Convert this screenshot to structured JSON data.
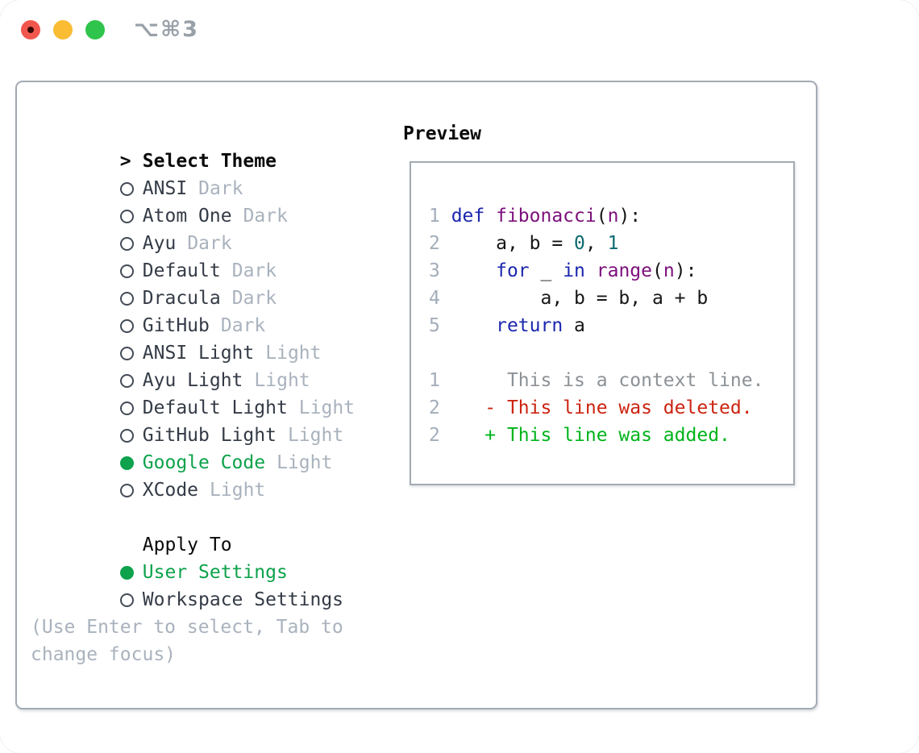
{
  "window": {
    "shortcut_label": "⌥⌘3"
  },
  "colors": {
    "selected_green": "#0da24b",
    "keyword_blue": "#1b27ae",
    "function_purple": "#7c0f7c",
    "literal_teal": "#0a6a6e",
    "line_number_gray": "#a3adba",
    "muted_gray": "#a9b2bd",
    "context_gray": "#8c9196",
    "deleted_red": "#cc2410",
    "added_green": "#00b41c",
    "panel_border": "#a3aab3",
    "traffic_red": "#f2574e",
    "traffic_yellow": "#f9bc33",
    "traffic_green": "#2fc44b"
  },
  "theme_panel": {
    "prompt": ">",
    "title": "Select Theme",
    "items": [
      {
        "name": "ANSI",
        "variant": "Dark",
        "selected": false
      },
      {
        "name": "Atom One",
        "variant": "Dark",
        "selected": false
      },
      {
        "name": "Ayu",
        "variant": "Dark",
        "selected": false
      },
      {
        "name": "Default",
        "variant": "Dark",
        "selected": false
      },
      {
        "name": "Dracula",
        "variant": "Dark",
        "selected": false
      },
      {
        "name": "GitHub",
        "variant": "Dark",
        "selected": false
      },
      {
        "name": "ANSI Light",
        "variant": "Light",
        "selected": false
      },
      {
        "name": "Ayu Light",
        "variant": "Light",
        "selected": false
      },
      {
        "name": "Default Light",
        "variant": "Light",
        "selected": false
      },
      {
        "name": "GitHub Light",
        "variant": "Light",
        "selected": false
      },
      {
        "name": "Google Code",
        "variant": "Light",
        "selected": true
      },
      {
        "name": "XCode",
        "variant": "Light",
        "selected": false
      }
    ],
    "apply_to": {
      "title": "Apply To",
      "options": [
        {
          "label": "User Settings",
          "selected": true
        },
        {
          "label": "Workspace Settings",
          "selected": false
        }
      ]
    },
    "help": {
      "lines": [
        "(Use Enter to select, Tab to",
        "change focus)"
      ]
    }
  },
  "preview": {
    "title": "Preview",
    "lines": [
      [
        {
          "t": "1 ",
          "type": "line-number"
        },
        {
          "t": "def ",
          "type": "keyword"
        },
        {
          "t": "fibonacci",
          "type": "function"
        },
        {
          "t": "(",
          "type": "plain"
        },
        {
          "t": "n",
          "type": "function"
        },
        {
          "t": "):",
          "type": "plain"
        }
      ],
      [
        {
          "t": "2 ",
          "type": "line-number"
        },
        {
          "t": "    a, b = ",
          "type": "plain"
        },
        {
          "t": "0",
          "type": "literal"
        },
        {
          "t": ", ",
          "type": "plain"
        },
        {
          "t": "1",
          "type": "literal"
        }
      ],
      [
        {
          "t": "3 ",
          "type": "line-number"
        },
        {
          "t": "    ",
          "type": "plain"
        },
        {
          "t": "for",
          "type": "keyword"
        },
        {
          "t": " _ ",
          "type": "plain"
        },
        {
          "t": "in",
          "type": "keyword"
        },
        {
          "t": " ",
          "type": "plain"
        },
        {
          "t": "range",
          "type": "function"
        },
        {
          "t": "(",
          "type": "plain"
        },
        {
          "t": "n",
          "type": "function"
        },
        {
          "t": "):",
          "type": "plain"
        }
      ],
      [
        {
          "t": "4 ",
          "type": "line-number"
        },
        {
          "t": "        a, b = b, a + b",
          "type": "plain"
        }
      ],
      [
        {
          "t": "5 ",
          "type": "line-number"
        },
        {
          "t": "    ",
          "type": "plain"
        },
        {
          "t": "return",
          "type": "keyword"
        },
        {
          "t": " a",
          "type": "plain"
        }
      ],
      [],
      [
        {
          "t": "1 ",
          "type": "line-number"
        },
        {
          "t": "     This is a context line.",
          "type": "context"
        }
      ],
      [
        {
          "t": "2 ",
          "type": "line-number"
        },
        {
          "t": "   - This line was deleted.",
          "type": "deleted"
        }
      ],
      [
        {
          "t": "2 ",
          "type": "line-number"
        },
        {
          "t": "   + This line was added.",
          "type": "added"
        }
      ]
    ]
  }
}
